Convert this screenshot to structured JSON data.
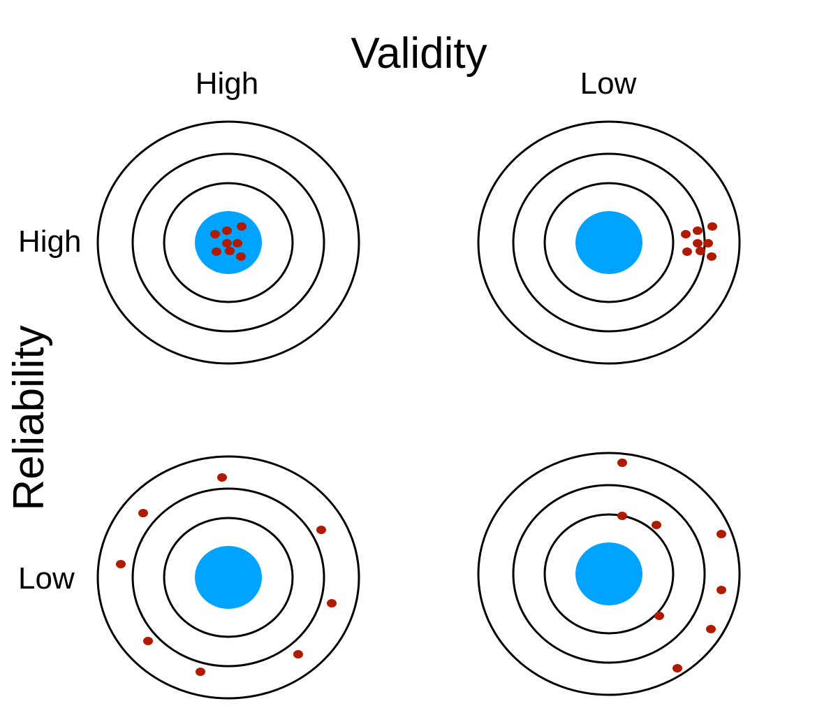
{
  "title": "Validity",
  "y_title": "Reliability",
  "columns": [
    "High",
    "Low"
  ],
  "rows": [
    "High",
    "Low"
  ],
  "colors": {
    "ring": "#000000",
    "bullseye": "#00a3ff",
    "shot": "#b01a00"
  },
  "panels": [
    {
      "validity": "High",
      "reliability": "High",
      "shot_count": 8
    },
    {
      "validity": "Low",
      "reliability": "High",
      "shot_count": 8
    },
    {
      "validity": "High",
      "reliability": "Low",
      "shot_count": 8
    },
    {
      "validity": "Low",
      "reliability": "Low",
      "shot_count": 8
    }
  ]
}
